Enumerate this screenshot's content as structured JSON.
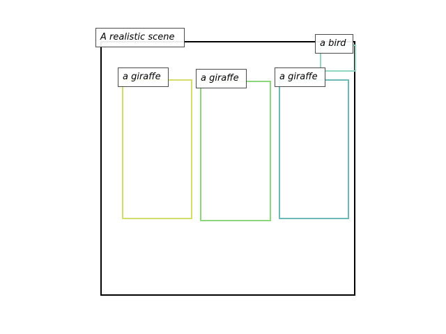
{
  "scene": {
    "caption": "A realistic scene"
  },
  "objects": [
    {
      "label": "a giraffe",
      "color": "#d4dc6a"
    },
    {
      "label": "a giraffe",
      "color": "#8cd67a"
    },
    {
      "label": "a giraffe",
      "color": "#6fb8b8"
    },
    {
      "label": "a bird",
      "color": "#93d6c0"
    }
  ]
}
